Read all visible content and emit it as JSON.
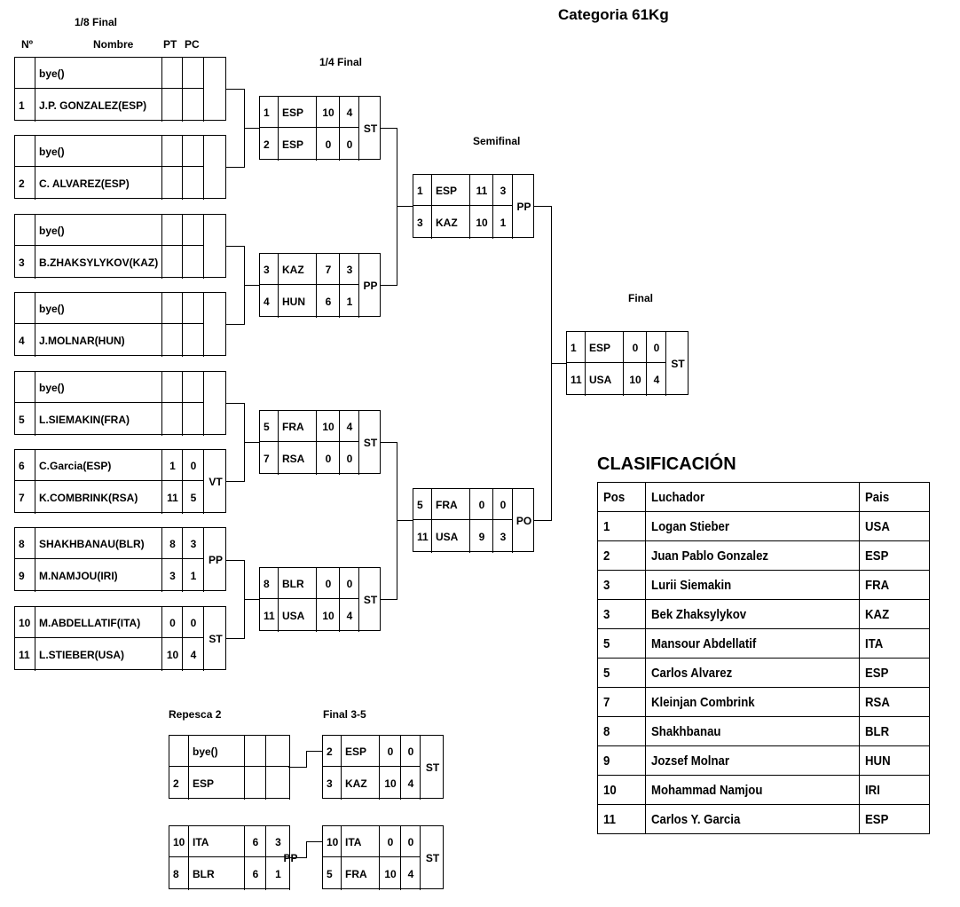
{
  "header": {
    "category": "Categoria 61Kg",
    "round_labels": {
      "r16": "1/8 Final",
      "qf": "1/4 Final",
      "sf": "Semifinal",
      "final": "Final",
      "repechage": "Repesca 2",
      "bronze": "Final 3-5"
    },
    "columns": {
      "no": "Nº",
      "name": "Nombre",
      "pt": "PT",
      "pc": "PC"
    }
  },
  "r16": [
    {
      "a": {
        "no": "",
        "name": "bye()",
        "pt": "",
        "pc": ""
      },
      "b": {
        "no": "1",
        "name": "J.P. GONZALEZ(ESP)",
        "pt": "",
        "pc": ""
      },
      "result": ""
    },
    {
      "a": {
        "no": "",
        "name": "bye()",
        "pt": "",
        "pc": ""
      },
      "b": {
        "no": "2",
        "name": "C. ALVAREZ(ESP)",
        "pt": "",
        "pc": ""
      },
      "result": ""
    },
    {
      "a": {
        "no": "",
        "name": "bye()",
        "pt": "",
        "pc": ""
      },
      "b": {
        "no": "3",
        "name": "B.ZHAKSYLYKOV(KAZ)",
        "pt": "",
        "pc": ""
      },
      "result": ""
    },
    {
      "a": {
        "no": "",
        "name": "bye()",
        "pt": "",
        "pc": ""
      },
      "b": {
        "no": "4",
        "name": "J.MOLNAR(HUN)",
        "pt": "",
        "pc": ""
      },
      "result": ""
    },
    {
      "a": {
        "no": "",
        "name": "bye()",
        "pt": "",
        "pc": ""
      },
      "b": {
        "no": "5",
        "name": "L.SIEMAKIN(FRA)",
        "pt": "",
        "pc": ""
      },
      "result": ""
    },
    {
      "a": {
        "no": "6",
        "name": "C.Garcia(ESP)",
        "pt": "1",
        "pc": "0"
      },
      "b": {
        "no": "7",
        "name": "K.COMBRINK(RSA)",
        "pt": "11",
        "pc": "5"
      },
      "result": "VT"
    },
    {
      "a": {
        "no": "8",
        "name": "SHAKHBANAU(BLR)",
        "pt": "8",
        "pc": "3"
      },
      "b": {
        "no": "9",
        "name": "M.NAMJOU(IRI)",
        "pt": "3",
        "pc": "1"
      },
      "result": "PP"
    },
    {
      "a": {
        "no": "10",
        "name": "M.ABDELLATIF(ITA)",
        "pt": "0",
        "pc": "0"
      },
      "b": {
        "no": "11",
        "name": "L.STIEBER(USA)",
        "pt": "10",
        "pc": "4"
      },
      "result": "ST"
    }
  ],
  "qf": [
    {
      "a": {
        "no": "1",
        "name": "ESP",
        "pt": "10",
        "pc": "4"
      },
      "b": {
        "no": "2",
        "name": "ESP",
        "pt": "0",
        "pc": "0"
      },
      "result": "ST"
    },
    {
      "a": {
        "no": "3",
        "name": "KAZ",
        "pt": "7",
        "pc": "3"
      },
      "b": {
        "no": "4",
        "name": "HUN",
        "pt": "6",
        "pc": "1"
      },
      "result": "PP"
    },
    {
      "a": {
        "no": "5",
        "name": "FRA",
        "pt": "10",
        "pc": "4"
      },
      "b": {
        "no": "7",
        "name": "RSA",
        "pt": "0",
        "pc": "0"
      },
      "result": "ST"
    },
    {
      "a": {
        "no": "8",
        "name": "BLR",
        "pt": "0",
        "pc": "0"
      },
      "b": {
        "no": "11",
        "name": "USA",
        "pt": "10",
        "pc": "4"
      },
      "result": "ST"
    }
  ],
  "sf": [
    {
      "a": {
        "no": "1",
        "name": "ESP",
        "pt": "11",
        "pc": "3"
      },
      "b": {
        "no": "3",
        "name": "KAZ",
        "pt": "10",
        "pc": "1"
      },
      "result": "PP"
    },
    {
      "a": {
        "no": "5",
        "name": "FRA",
        "pt": "0",
        "pc": "0"
      },
      "b": {
        "no": "11",
        "name": "USA",
        "pt": "9",
        "pc": "3"
      },
      "result": "PO"
    }
  ],
  "final": [
    {
      "a": {
        "no": "1",
        "name": "ESP",
        "pt": "0",
        "pc": "0"
      },
      "b": {
        "no": "11",
        "name": "USA",
        "pt": "10",
        "pc": "4"
      },
      "result": "ST"
    }
  ],
  "repechage": [
    {
      "a": {
        "no": "",
        "name": "bye()",
        "pt": "",
        "pc": ""
      },
      "b": {
        "no": "2",
        "name": "ESP",
        "pt": "",
        "pc": ""
      },
      "result": ""
    },
    {
      "a": {
        "no": "10",
        "name": "ITA",
        "pt": "6",
        "pc": "3"
      },
      "b": {
        "no": "8",
        "name": "BLR",
        "pt": "6",
        "pc": "1"
      },
      "result": "PP"
    }
  ],
  "bronze": [
    {
      "a": {
        "no": "2",
        "name": "ESP",
        "pt": "0",
        "pc": "0"
      },
      "b": {
        "no": "3",
        "name": "KAZ",
        "pt": "10",
        "pc": "4"
      },
      "result": "ST"
    },
    {
      "a": {
        "no": "10",
        "name": "ITA",
        "pt": "0",
        "pc": "0"
      },
      "b": {
        "no": "5",
        "name": "FRA",
        "pt": "10",
        "pc": "4"
      },
      "result": "ST"
    }
  ],
  "classification": {
    "title": "CLASIFICACIÓN",
    "headers": [
      "Pos",
      "Luchador",
      "Pais"
    ],
    "rows": [
      [
        "1",
        "Logan Stieber",
        "USA"
      ],
      [
        "2",
        "Juan Pablo Gonzalez",
        "ESP"
      ],
      [
        "3",
        "Lurii Siemakin",
        "FRA"
      ],
      [
        "3",
        "Bek Zhaksylykov",
        "KAZ"
      ],
      [
        "5",
        "Mansour Abdellatif",
        "ITA"
      ],
      [
        "5",
        "Carlos Alvarez",
        "ESP"
      ],
      [
        "7",
        "Kleinjan Combrink",
        "RSA"
      ],
      [
        "8",
        "Shakhbanau",
        "BLR"
      ],
      [
        "9",
        "Jozsef Molnar",
        "HUN"
      ],
      [
        "10",
        "Mohammad Namjou",
        "IRI"
      ],
      [
        "11",
        "Carlos Y. Garcia",
        "ESP"
      ]
    ]
  }
}
